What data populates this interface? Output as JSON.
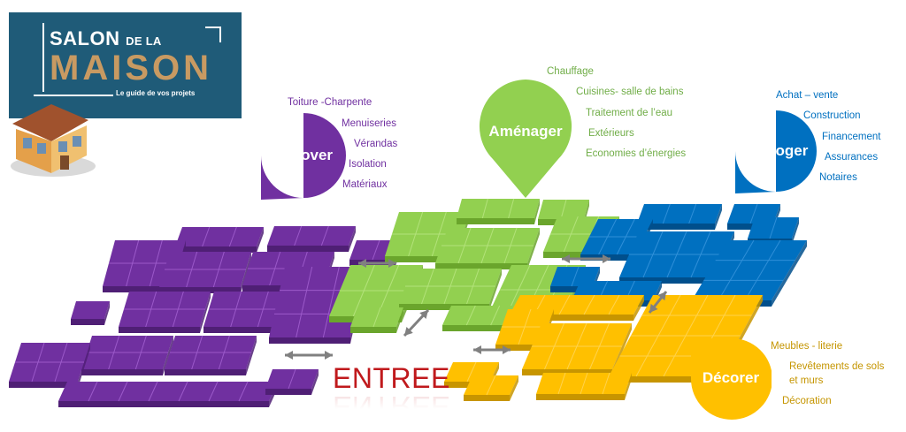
{
  "logo": {
    "salon": "SALON",
    "de_la": "DE LA",
    "maison": "MAISON",
    "tagline": "Le guide de vos projets"
  },
  "bubbles": {
    "renover": {
      "label": "Rénover",
      "color": "#7030a0",
      "items": [
        "Toiture -Charpente",
        "Menuiseries",
        "Vérandas",
        "Isolation",
        "Matériaux"
      ]
    },
    "amenager": {
      "label": "Aménager",
      "color": "#92d050",
      "items": [
        "Chauffage",
        "Cuisines- salle de bains",
        "Traitement de l’eau",
        "Extérieurs",
        "Economies d’énergies"
      ]
    },
    "seloger": {
      "label": "Se Loger",
      "color": "#0070c0",
      "items": [
        "Achat – vente",
        "Construction",
        "Financement",
        "Assurances",
        "Notaires"
      ]
    },
    "decorer": {
      "label": "Décorer",
      "color": "#ffc000",
      "items": [
        "Meubles - literie",
        "Revêtements de sols",
        "et murs",
        "Décoration"
      ]
    }
  },
  "entrance": {
    "label": "ENTREE",
    "color": "#c0191c"
  },
  "colors": {
    "item_text_purple": "#7030a0",
    "item_text_green": "#70ad47",
    "item_text_blue": "#0070c0",
    "item_text_orange": "#c59500",
    "logo_bg": "#1f5b78"
  }
}
